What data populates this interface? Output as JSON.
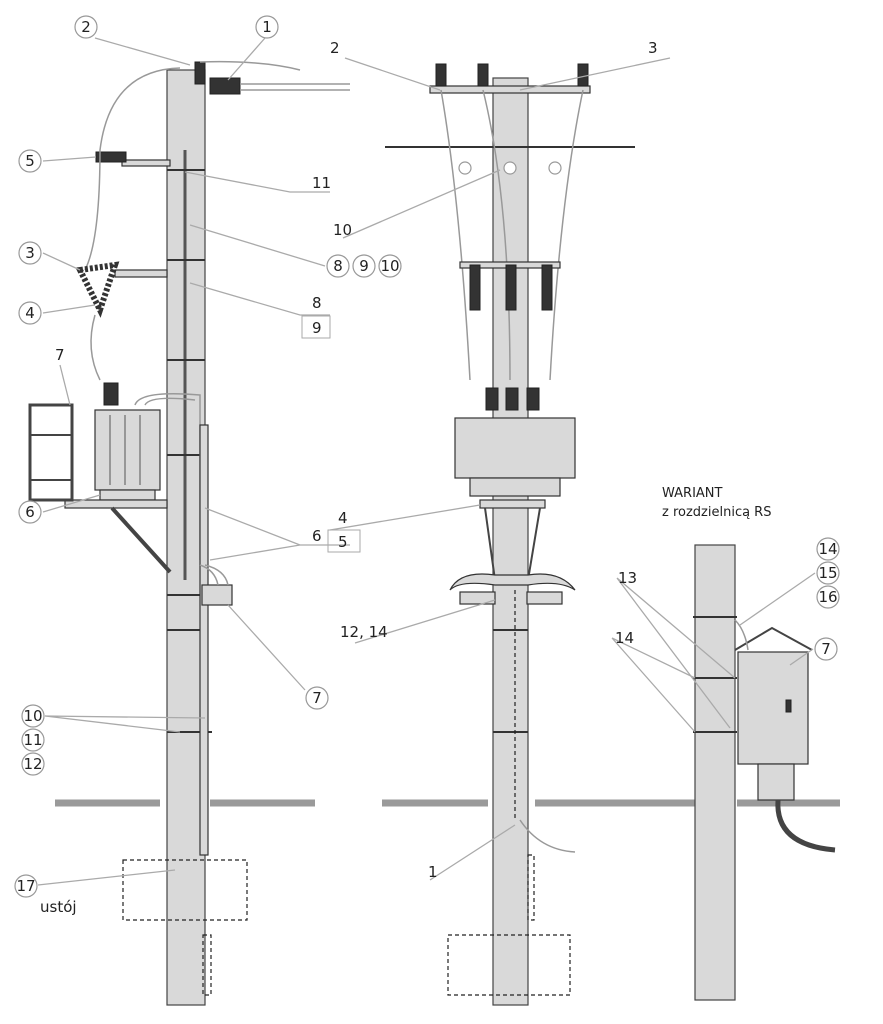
{
  "left": {
    "circled": [
      "1",
      "2",
      "5",
      "3",
      "4",
      "6",
      "10",
      "11",
      "12",
      "17",
      "8",
      "9",
      "10",
      "7"
    ],
    "plain": [
      "7",
      "11",
      "8",
      "9",
      "6"
    ],
    "foundation_label": "ustój"
  },
  "middle": {
    "plain": [
      "2",
      "3",
      "10",
      "4",
      "5",
      "12, 14",
      "1"
    ]
  },
  "right": {
    "title_line1": "WARIANT",
    "title_line2": "z rozdzielnicą RS",
    "circled": [
      "14",
      "15",
      "16",
      "7"
    ],
    "plain": [
      "13",
      "14"
    ]
  }
}
